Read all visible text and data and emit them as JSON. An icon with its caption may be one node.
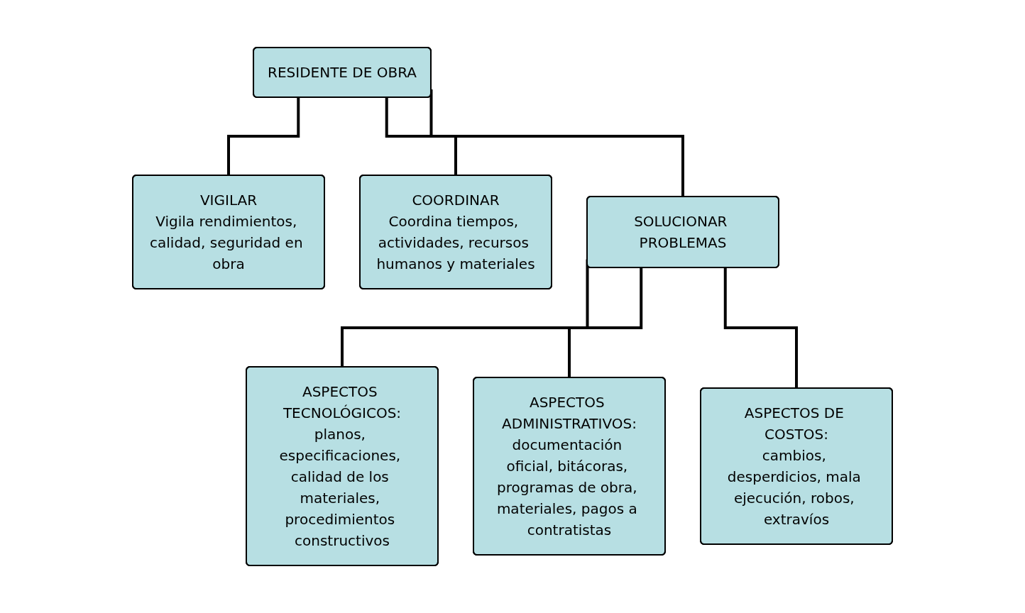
{
  "diagram": {
    "nodes": [
      {
        "text": [
          "RESIDENTE DE OBRA"
        ]
      },
      {
        "text": [
          "VIGILAR",
          "Vigila rendimientos, calidad, seguridad en obra"
        ]
      },
      {
        "text": [
          "COORDINAR",
          "Coordina tiempos, actividades, recursos humanos y materiales"
        ]
      },
      {
        "text": [
          "SOLUCIONAR PROBLEMAS"
        ]
      },
      {
        "text": [
          "ASPECTOS TECNOLÓGICOS:",
          "planos, especificaciones, calidad de los materiales, procedimientos constructivos"
        ]
      },
      {
        "text": [
          "ASPECTOS ADMINISTRATIVOS:",
          "documentación oficial, bitácoras, programas de obra, materiales, pagos a contratistas"
        ]
      },
      {
        "text": [
          "ASPECTOS DE COSTOS:",
          "cambios, desperdicios, mala ejecución, robos, extravíos"
        ]
      }
    ],
    "edges": [
      {
        "from": 0,
        "to": 1,
        "arrow": "none"
      },
      {
        "from": 0,
        "to": 2,
        "arrow": "none"
      },
      {
        "from": 0,
        "to": 3,
        "arrow": "none"
      },
      {
        "from": 3,
        "to": 4,
        "arrow": "none"
      },
      {
        "from": 3,
        "to": 5,
        "arrow": "none"
      },
      {
        "from": 3,
        "to": 6,
        "arrow": "none"
      }
    ]
  }
}
